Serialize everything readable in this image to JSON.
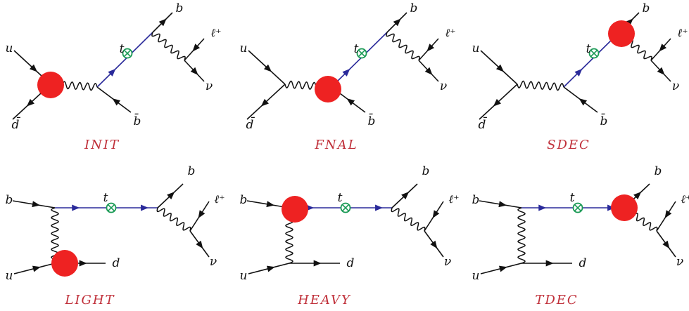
{
  "colors": {
    "fermion": "#111111",
    "top": "#2a2a9a",
    "blob": "#ee2222",
    "insertion": "#1a9a55",
    "caption": "#c0303a"
  },
  "icons": {
    "blob": "red-blob-icon",
    "insertion": "circled-cross-icon"
  },
  "panels": [
    {
      "id": "init",
      "caption": "INIT",
      "labels": {
        "in1": "u",
        "in2": "d̄",
        "top": "t",
        "b": "b",
        "lep": "ℓ⁺",
        "nu": "ν",
        "bbar": "b̄"
      }
    },
    {
      "id": "fnal",
      "caption": "FNAL",
      "labels": {
        "in1": "u",
        "in2": "d̄",
        "top": "t",
        "b": "b",
        "lep": "ℓ⁺",
        "nu": "ν",
        "bbar": "b̄"
      }
    },
    {
      "id": "sdec",
      "caption": "SDEC",
      "labels": {
        "in1": "u",
        "in2": "d̄",
        "top": "t",
        "b": "b",
        "lep": "ℓ⁺",
        "nu": "ν",
        "bbar": "b̄"
      }
    },
    {
      "id": "light",
      "caption": "LIGHT",
      "labels": {
        "in1": "b",
        "in2": "u",
        "out": "d",
        "top": "t",
        "b": "b",
        "lep": "ℓ⁺",
        "nu": "ν"
      }
    },
    {
      "id": "heavy",
      "caption": "HEAVY",
      "labels": {
        "in1": "b",
        "in2": "u",
        "out": "d",
        "top": "t",
        "b": "b",
        "lep": "ℓ⁺",
        "nu": "ν"
      }
    },
    {
      "id": "tdec",
      "caption": "TDEC",
      "labels": {
        "in1": "b",
        "in2": "u",
        "out": "d",
        "top": "t",
        "b": "b",
        "lep": "ℓ⁺",
        "nu": "ν"
      }
    }
  ]
}
